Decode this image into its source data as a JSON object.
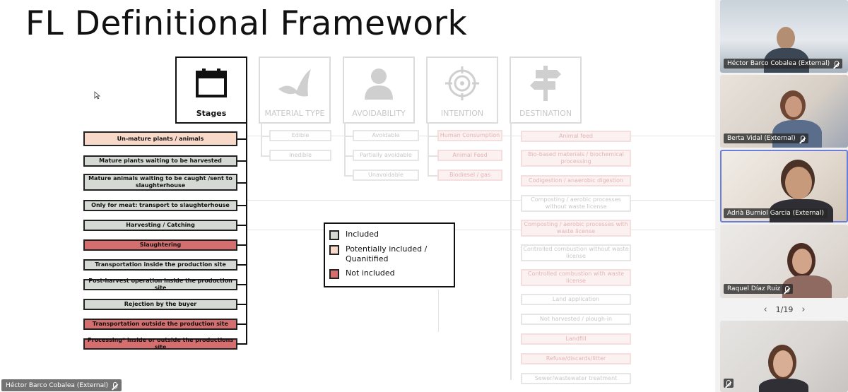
{
  "slide": {
    "title": "FL Definitional Framework",
    "categories": [
      {
        "label": "Stages",
        "icon": "calendar-icon",
        "active": true
      },
      {
        "label": "MATERIAL TYPE",
        "icon": "leaf-icon",
        "active": false
      },
      {
        "label": "AVOIDABILITY",
        "icon": "person-icon",
        "active": false
      },
      {
        "label": "INTENTION",
        "icon": "target-icon",
        "active": false
      },
      {
        "label": "DESTINATION",
        "icon": "signpost-icon",
        "active": false
      }
    ],
    "stages": [
      {
        "label": "Un-mature plants / animals",
        "status": "potentially-included"
      },
      {
        "label": "Mature plants waiting to be harvested",
        "status": "included"
      },
      {
        "label": "Mature animals waiting to be caught /sent to slaughterhouse",
        "status": "included"
      },
      {
        "label": "Only for meat: transport to slaughterhouse",
        "status": "included"
      },
      {
        "label": "Harvesting / Catching",
        "status": "included"
      },
      {
        "label": "Slaughtering",
        "status": "not-included"
      },
      {
        "label": "Transportation inside the production site",
        "status": "included"
      },
      {
        "label": "Post-harvest operation inside the production site",
        "status": "included"
      },
      {
        "label": "Rejection by the buyer",
        "status": "included"
      },
      {
        "label": "Transportation outside the production site",
        "status": "not-included"
      },
      {
        "label": "Processing* inside or outside the productions site",
        "status": "not-included"
      }
    ],
    "material_type": [
      "Edible",
      "Inedible"
    ],
    "avoidability": [
      "Avoidable",
      "Partially avoidable",
      "Unavoidable"
    ],
    "intention": [
      "Human Consumption",
      "Animal Feed",
      "Biodiesel / gas"
    ],
    "destination": [
      "Animal feed",
      "Bio-based materials / biochemical processing",
      "Codigestion / anaerobic digestion",
      "Composting / aerobic processes without waste license",
      "Composting / aerobic processes with waste license",
      "Controlled combustion without waste license",
      "Controlled combustion with waste license",
      "Land application",
      "Not harvested / plough-in",
      "Landfill",
      "Refuse/discards/litter",
      "Sewer/wastewater treatment"
    ],
    "legend": [
      {
        "label": "Included",
        "status": "included"
      },
      {
        "label": "Potentially included / Quanitified",
        "status": "potentially-included"
      },
      {
        "label": "Not included",
        "status": "not-included"
      }
    ],
    "colors": {
      "included": "#d4d9d3",
      "potentially_included": "#f7d8c9",
      "not_included": "#d56e6e"
    }
  },
  "presenter": {
    "name": "Héctor Barco Cobalea (External)",
    "muted": true
  },
  "participants": [
    {
      "name": "Héctor Barco Cobalea (External)",
      "muted": true,
      "speaking": false
    },
    {
      "name": "Berta Vidal (External)",
      "muted": true,
      "speaking": false
    },
    {
      "name": "Adrià Burniol Garcia (External)",
      "muted": false,
      "speaking": true
    },
    {
      "name": "Raquel Díaz Ruiz",
      "muted": true,
      "speaking": false
    },
    {
      "name": "",
      "muted": true,
      "speaking": false
    }
  ],
  "pager": {
    "label": "1/19"
  }
}
